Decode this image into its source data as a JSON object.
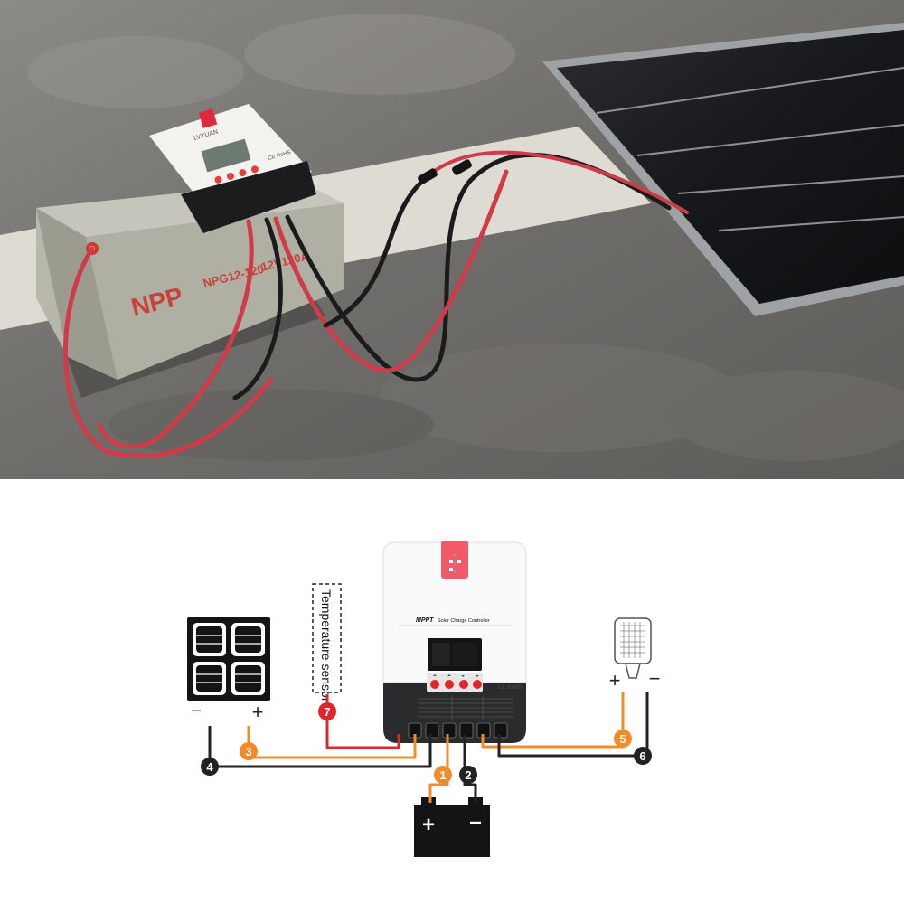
{
  "photo": {
    "controller_brand": "LVYUAN",
    "controller_ce_rohs": "CE RoHS",
    "battery_brand": "NPP",
    "battery_model_front": "NPG12-120",
    "battery_rating": "12V120A"
  },
  "diagram": {
    "controller": {
      "title_brand": "MPPT",
      "title_text": "Solar Charge Controller",
      "cert": "CE RoHS"
    },
    "temperature_sensor_label": "Temperature sensor",
    "panel_terminals": {
      "minus": "−",
      "plus": "+"
    },
    "lamp_terminals": {
      "plus": "+",
      "minus": "−"
    },
    "battery_terminals": {
      "plus": "+",
      "minus": "−"
    },
    "markers": [
      {
        "id": 1,
        "label": "1",
        "color": "#f28c28"
      },
      {
        "id": 2,
        "label": "2",
        "color": "#222222"
      },
      {
        "id": 3,
        "label": "3",
        "color": "#f28c28"
      },
      {
        "id": 4,
        "label": "4",
        "color": "#222222"
      },
      {
        "id": 5,
        "label": "5",
        "color": "#f28c28"
      },
      {
        "id": 6,
        "label": "6",
        "color": "#222222"
      },
      {
        "id": 7,
        "label": "7",
        "color": "#e0262a"
      }
    ],
    "colors": {
      "positive_wire": "#f28c28",
      "negative_wire": "#222222",
      "sensor_wire": "#e0262a",
      "controller_accent": "#f25a6a"
    }
  }
}
